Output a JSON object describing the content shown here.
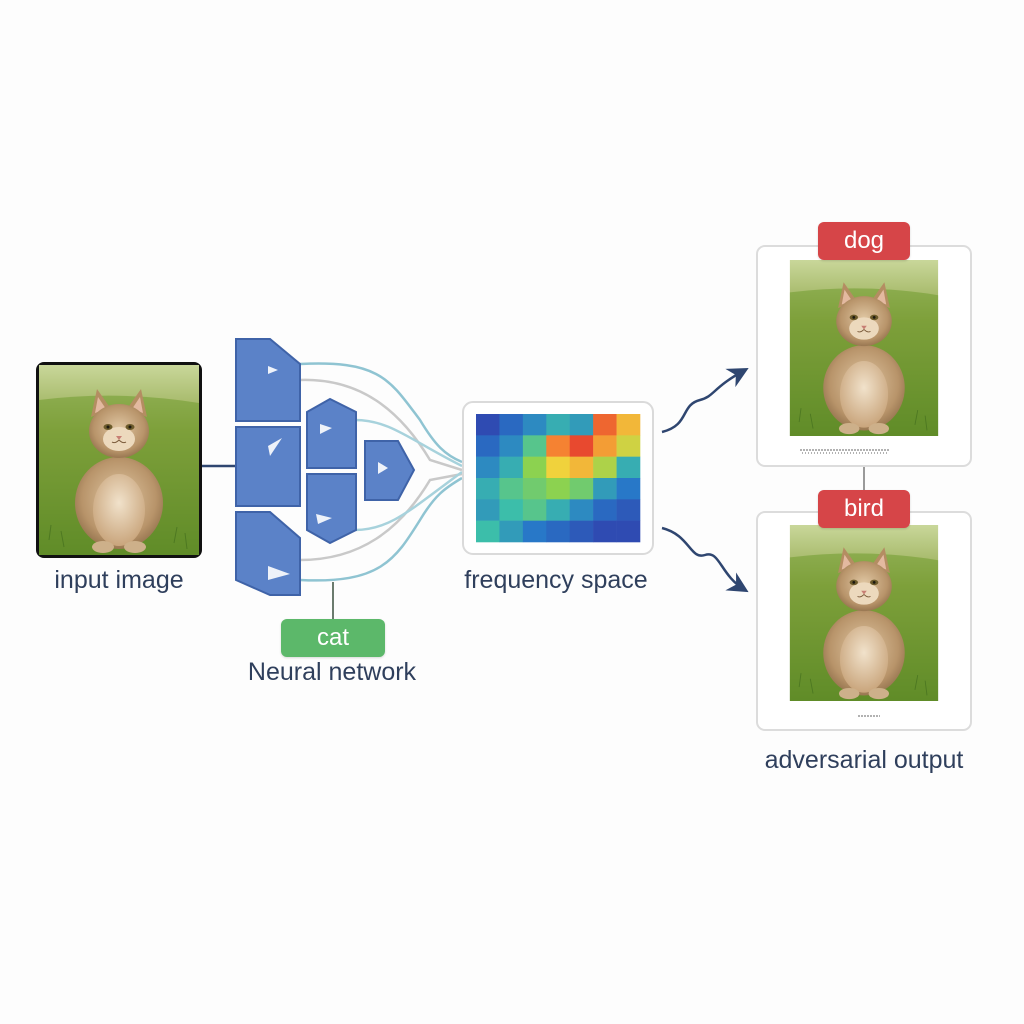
{
  "labels": {
    "input_image": "input image",
    "neural_network": "Neural network",
    "frequency_space": "frequency space",
    "adversarial_output": "adversarial output"
  },
  "tags": {
    "cat": "cat",
    "dog": "dog",
    "bird": "bird"
  },
  "colors": {
    "network_block": "#5b82c8",
    "network_block_stroke": "#3f63a8",
    "tag_cat": "#5cb86a",
    "tag_red": "#d64548",
    "arrow": "#2f4670",
    "flow_curve_a": "#8fc4d2",
    "flow_curve_b": "#c9c9c9",
    "label_text": "#2f3f5c"
  },
  "icons": {
    "input_photo": "cat-photo-icon",
    "output_photo": "cat-photo-icon",
    "network": "neural-network-icon",
    "frequency": "heatmap-icon"
  },
  "heatmap": {
    "rows": 6,
    "cols": 7,
    "values": [
      [
        0.05,
        0.15,
        0.25,
        0.35,
        0.3,
        0.9,
        0.75
      ],
      [
        0.15,
        0.25,
        0.45,
        0.85,
        0.95,
        0.8,
        0.65
      ],
      [
        0.25,
        0.35,
        0.55,
        0.7,
        0.75,
        0.6,
        0.35
      ],
      [
        0.35,
        0.45,
        0.5,
        0.55,
        0.5,
        0.3,
        0.2
      ],
      [
        0.3,
        0.4,
        0.45,
        0.35,
        0.25,
        0.15,
        0.1
      ],
      [
        0.4,
        0.3,
        0.2,
        0.15,
        0.1,
        0.05,
        0.05
      ]
    ]
  }
}
